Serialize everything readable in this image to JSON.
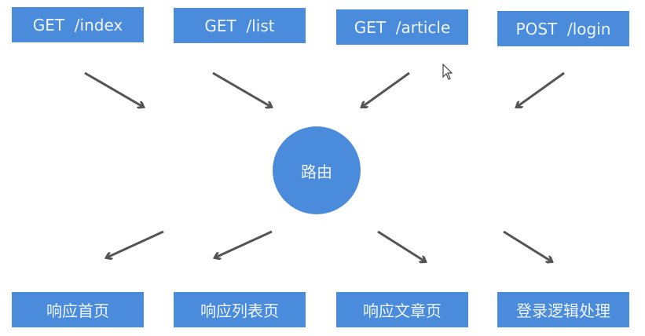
{
  "colors": {
    "box_fill": "#4a8bdc",
    "text": "#eef4fc",
    "arrow": "#555555"
  },
  "requests": [
    {
      "label": "GET  /index"
    },
    {
      "label": "GET  /list"
    },
    {
      "label": "GET  /article"
    },
    {
      "label": "POST  /login"
    }
  ],
  "router": {
    "label": "路由"
  },
  "responses": [
    {
      "label": "响应首页"
    },
    {
      "label": "响应列表页"
    },
    {
      "label": "响应文章页"
    },
    {
      "label": "登录逻辑处理"
    }
  ],
  "icons": {
    "cursor": "mouse-pointer-icon",
    "arrow": "arrow-icon"
  }
}
